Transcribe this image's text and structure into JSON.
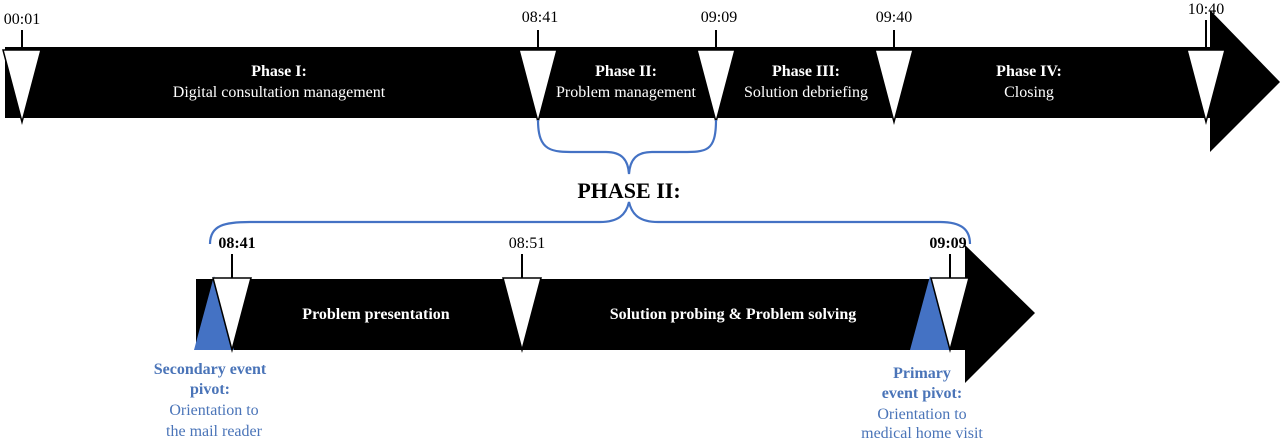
{
  "timeline_top": {
    "ticks": [
      "00:01",
      "08:41",
      "09:09",
      "09:40",
      "10:40"
    ],
    "phases": [
      {
        "title": "Phase I:",
        "subtitle": "Digital consultation management"
      },
      {
        "title": "Phase II:",
        "subtitle": "Problem management"
      },
      {
        "title": "Phase III:",
        "subtitle": "Solution debriefing"
      },
      {
        "title": "Phase IV:",
        "subtitle": "Closing"
      }
    ]
  },
  "zoom_heading": "PHASE II:",
  "timeline_bottom": {
    "ticks": [
      "08:41",
      "08:51",
      "09:09"
    ],
    "segments": [
      "Problem presentation",
      "Solution probing & Problem solving"
    ],
    "secondary_pivot": {
      "title_line1": "Secondary event",
      "title_line2": "pivot:",
      "desc_line1": "Orientation to",
      "desc_line2": "the mail reader"
    },
    "primary_pivot": {
      "title_line1": "Primary",
      "title_line2": "event pivot:",
      "desc_line1": "Orientation to",
      "desc_line2": "medical home visit"
    }
  },
  "colors": {
    "bar": "#000000",
    "marker": "#ffffff",
    "accent_blue": "#4472c4",
    "pivot_text": "#4a74b8"
  }
}
